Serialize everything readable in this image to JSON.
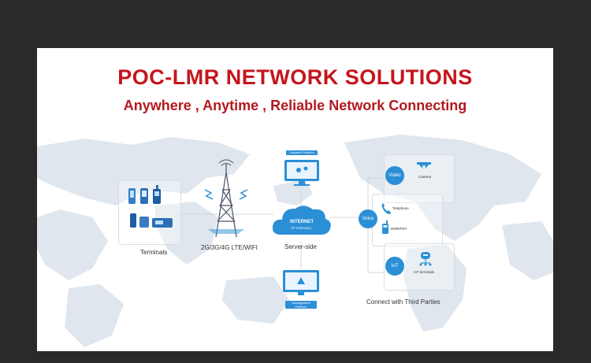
{
  "header": {
    "title": "POC-LMR NETWORK SOLUTIONS",
    "subtitle": "Anywhere , Anytime , Reliable Network Connecting"
  },
  "nodes": {
    "terminals": "Terminals",
    "tower": "2G/3G/4G LTE/WIFI",
    "server": "Server-side",
    "cloud_line1": "INTERNET",
    "cloud_line2": "(IP Gateway)",
    "dispatch": "Dispatch Platform",
    "management_line1": "Management",
    "management_line2": "Platform",
    "video": "Video",
    "camera": "Camera",
    "voice": "Voice",
    "telephone": "Telephone",
    "dmr": "DMR/PDT",
    "iot": "IoT",
    "iot_terminals": "IoT terminals",
    "third_parties": "Connect with Third Parties"
  },
  "colors": {
    "title": "#c4161c",
    "accent": "#2b8fd6",
    "map": "#dfe6ee",
    "frame": "#2a2a2a"
  }
}
